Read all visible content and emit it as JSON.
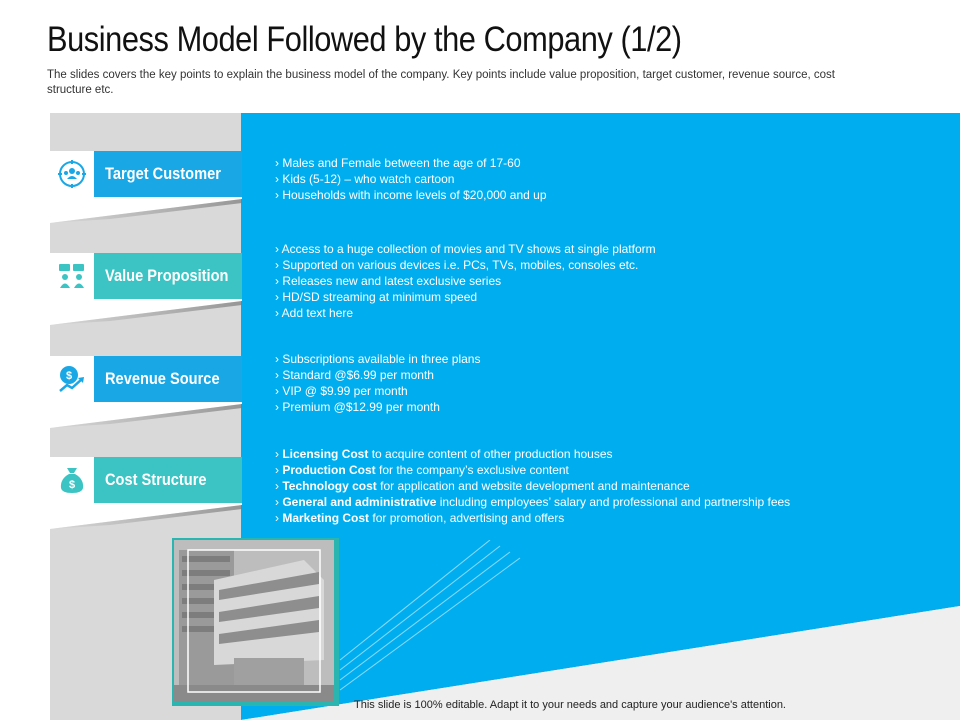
{
  "header": {
    "title": "Business Model Followed by the Company (1/2)",
    "subtitle": "The slides covers the key points to explain the business model of the company. Key points include value  proposition, target customer, revenue  source, cost structure etc."
  },
  "colors": {
    "blue": "#00aeef",
    "teal": "#3cc4c4",
    "panel_grey": "#d9d9d9",
    "label_blue": "#1aa7e6"
  },
  "sections": [
    {
      "label": "Target Customer",
      "icon": "people-target-icon",
      "bullets": [
        {
          "bold": "",
          "text": "Males and Female between the age of 17-60"
        },
        {
          "bold": "",
          "text": "Kids (5-12)  – who watch cartoon"
        },
        {
          "bold": "",
          "text": "Households with income levels of $20,000 and up"
        }
      ]
    },
    {
      "label": "Value Proposition",
      "icon": "chat-people-icon",
      "bullets": [
        {
          "bold": "",
          "text": "Access to a huge collection of movies and TV shows at single platform"
        },
        {
          "bold": "",
          "text": "Supported on various devices i.e. PCs, TVs, mobiles, consoles etc."
        },
        {
          "bold": "",
          "text": "Releases new and latest exclusive series"
        },
        {
          "bold": "",
          "text": "HD/SD streaming at minimum speed"
        },
        {
          "bold": "",
          "text": "Add text here"
        }
      ]
    },
    {
      "label": "Revenue Source",
      "icon": "dollar-growth-icon",
      "bullets": [
        {
          "bold": "",
          "text": "Subscriptions available  in three plans"
        },
        {
          "bold": "",
          "text": "Standard @$6.99 per month"
        },
        {
          "bold": "",
          "text": "VIP @ $9.99 per month"
        },
        {
          "bold": "",
          "text": "Premium @$12.99 per month"
        }
      ]
    },
    {
      "label": "Cost Structure",
      "icon": "money-bag-icon",
      "bullets": [
        {
          "bold": "Licensing Cost",
          "text": " to acquire content of other production houses"
        },
        {
          "bold": "Production Cost",
          "text": " for the company’s exclusive content"
        },
        {
          "bold": "Technology cost",
          "text": " for application and website development  and maintenance"
        },
        {
          "bold": "General and administrative",
          "text": " including employees’ salary and professional  and partnership fees"
        },
        {
          "bold": "Marketing Cost",
          "text": " for promotion, advertising  and offers"
        }
      ]
    }
  ],
  "bullet_marker": "›",
  "footer": "This slide is 100% editable. Adapt it to your needs and capture your audience's attention."
}
